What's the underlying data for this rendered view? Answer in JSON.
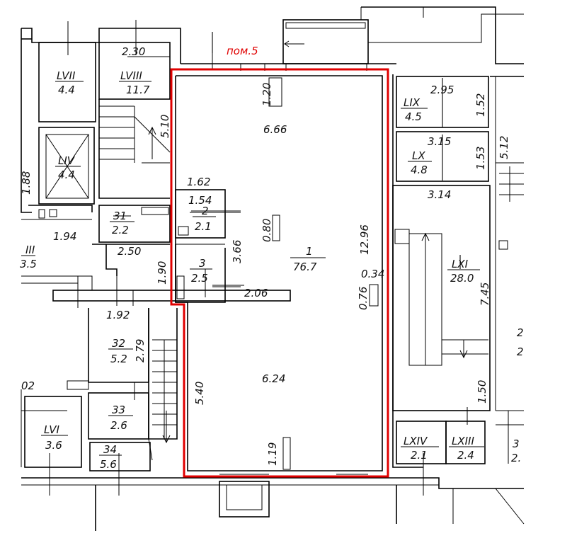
{
  "premise_label": "пом.5",
  "rooms": [
    {
      "num": "1",
      "area": "76.7"
    },
    {
      "num": "2",
      "area": "2.1"
    },
    {
      "num": "3",
      "area": "2.5"
    },
    {
      "num": "31",
      "area": "2.2"
    },
    {
      "num": "32",
      "area": "5.2"
    },
    {
      "num": "33",
      "area": "2.6"
    },
    {
      "num": "34",
      "area": "5.6"
    },
    {
      "num": "LVI",
      "area": "3.6"
    },
    {
      "num": "LVII",
      "area": "4.4"
    },
    {
      "num": "LVIII",
      "area": "11.7"
    },
    {
      "num": "LIV",
      "area": "4.4"
    },
    {
      "num": "LIX",
      "area": "4.5"
    },
    {
      "num": "LX",
      "area": "4.8"
    },
    {
      "num": "LXI",
      "area": "28.0"
    },
    {
      "num": "LXIV",
      "area": "2.1"
    },
    {
      "num": "LXIII",
      "area": "2.4"
    },
    {
      "num": "III",
      "area": "3.5"
    }
  ],
  "dimensions": {
    "d_2_30": "2.30",
    "d_1_20": "1.20",
    "d_6_66": "6.66",
    "d_5_10": "5.10",
    "d_1_62": "1.62",
    "d_1_54": "1.54",
    "d_0_80": "0.80",
    "d_3_66": "3.66",
    "d_12_96": "12.96",
    "d_1_88": "1.88",
    "d_1_94": "1.94",
    "d_2_50": "2.50",
    "d_1_90": "1.90",
    "d_2_06": "2.06",
    "d_0_34": "0.34",
    "d_0_76": "0.76",
    "d_1_92": "1.92",
    "d_2_79": "2.79",
    "d_6_24": "6.24",
    "d_5_40": "5.40",
    "d_1_19": "1.19",
    "d_02": "02",
    "d_2_95": "2.95",
    "d_1_52": "1.52",
    "d_3_15": "3.15",
    "d_1_53": "1.53",
    "d_5_12": "5.12",
    "d_3_14": "3.14",
    "d_7_45": "7.45",
    "d_1_50": "1.50",
    "d_2a": "2",
    "d_2b": "2",
    "d_3_edge": "3",
    "d_2_edge": "2."
  },
  "colors": {
    "outline": "#e00000",
    "lines": "#000000"
  }
}
